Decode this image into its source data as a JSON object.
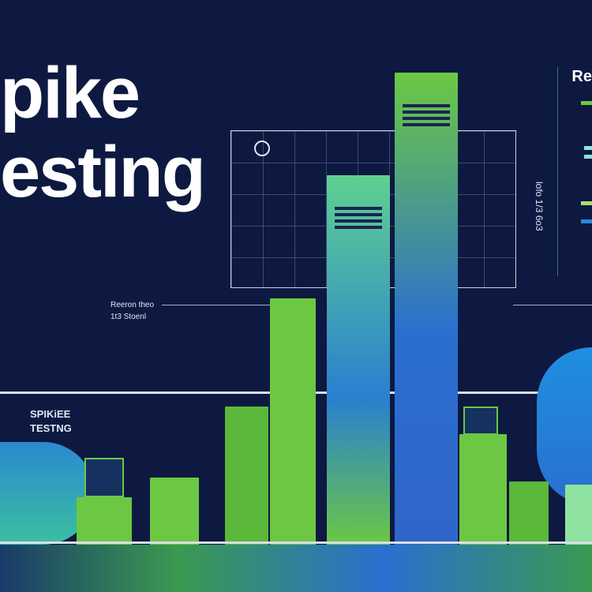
{
  "title": {
    "line1": "pike",
    "line2": "esting"
  },
  "labels": {
    "response_line1": "Reeron theo",
    "response_line2": "1t3 Stoenl",
    "side_text": "lofo 1/3 6o3",
    "corner_letter": "Re",
    "spike_small_1": "SPIKiEE",
    "spike_small_2": "TESTNG"
  },
  "colors": {
    "background": "#0d1940",
    "green": "#6cc843",
    "blue": "#2a6fd0",
    "accent_cyan": "#3bd1c1"
  }
}
